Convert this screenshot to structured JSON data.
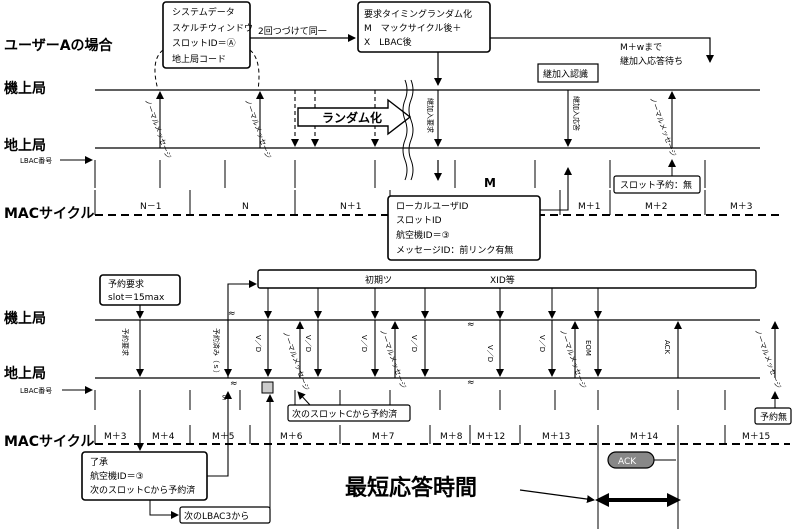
{
  "top": {
    "title": "ユーザーAの場合",
    "sysbox": [
      "システムデータ",
      "スケルチウィンドウ",
      "スロットID＝Ⓐ",
      "地上局コード"
    ],
    "repeat_text": "2回つづけて同一",
    "reqbox": [
      "要求タイミングランダム化",
      "M　マックサイクル後＋",
      "X　LBAC後"
    ],
    "wait_text": [
      "M＋wまで",
      "継加入応答待ち"
    ],
    "airborne_label": "機上局",
    "ground_label": "地上局",
    "lbac_label": "LBAC番号",
    "random_label": "ランダム化",
    "confirm_label": "継加入認識",
    "rot_normal_msg": "ノーマルメッセージ",
    "rot_join_req": "継加入要求",
    "rot_join_resp": "継加入応答",
    "m_label": "M",
    "slot_reserve": "スロット予約：無",
    "mac_label": "MACサイクル",
    "cycles": [
      "N－1",
      "N",
      "N＋1",
      "M＋1",
      "M＋2",
      "M＋3"
    ],
    "localbox": [
      "ローカルユーザID",
      "スロットID",
      "航空機ID＝③",
      "メッセージID：前リンク有無"
    ]
  },
  "bottom": {
    "reqbox": [
      "予約要求",
      "slot＝15max"
    ],
    "initial_label": "初期ツ",
    "xid_label": "XID等",
    "airborne_label": "機上局",
    "ground_label": "地上局",
    "lbac_label": "LBAC番号",
    "rot_req": "予約要求",
    "rot_reserved": "予約済み（ｓ）",
    "vd": "V／D",
    "normal_msg": "ノーマルメッセージ",
    "eom": "EOM",
    "ack": "ACK",
    "next_slot": "次のスロットCから予約済",
    "reserve_none": "予約無",
    "mac_label": "MACサイクル",
    "cycles": [
      "M＋3",
      "M＋4",
      "M＋5",
      "M＋6",
      "M＋7",
      "M＋8",
      "M＋12",
      "M＋13",
      "M＋14",
      "M＋15"
    ],
    "ackbox": [
      "了承",
      "航空機ID＝③",
      "次のスロットCから予約済"
    ],
    "next_lbac": "次のLBAC3から",
    "ack_pill": "ACK",
    "shortest": "最短応答時間",
    "s_marker": "S"
  }
}
